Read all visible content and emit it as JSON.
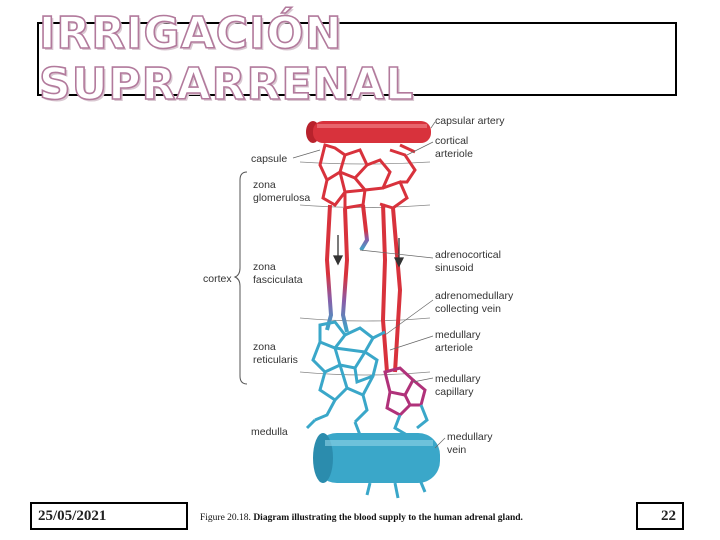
{
  "slide": {
    "title": "IRRIGACIÓN SUPRARRENAL",
    "date": "25/05/2021",
    "page_number": "22"
  },
  "diagram": {
    "labels": {
      "capsular_artery": "capsular artery",
      "cortical_arteriole_1": "cortical",
      "cortical_arteriole_2": "arteriole",
      "capsule": "capsule",
      "zona_glomerulosa_1": "zona",
      "zona_glomerulosa_2": "glomerulosa",
      "cortex": "cortex",
      "zona_fasciculata_1": "zona",
      "zona_fasciculata_2": "fasciculata",
      "adrenocortical_sinusoid_1": "adrenocortical",
      "adrenocortical_sinusoid_2": "sinusoid",
      "adrenomedullary_collecting_vein_1": "adrenomedullary",
      "adrenomedullary_collecting_vein_2": "collecting vein",
      "zona_reticularis_1": "zona",
      "zona_reticularis_2": "reticularis",
      "medullary_arteriole_1": "medullary",
      "medullary_arteriole_2": "arteriole",
      "medullary_capillary_1": "medullary",
      "medullary_capillary_2": "capillary",
      "medulla": "medulla",
      "medullary_vein_1": "medullary",
      "medullary_vein_2": "vein"
    },
    "colors": {
      "artery": "#d8323c",
      "vein": "#3aa7c9",
      "transition": "#8a5ca8",
      "capillary_mix": "#b0327a"
    }
  },
  "caption": {
    "figure_label": "Figure 20.18.",
    "first_word": "Diagram",
    "rest": "illustrating the blood supply to the human adrenal gland."
  }
}
